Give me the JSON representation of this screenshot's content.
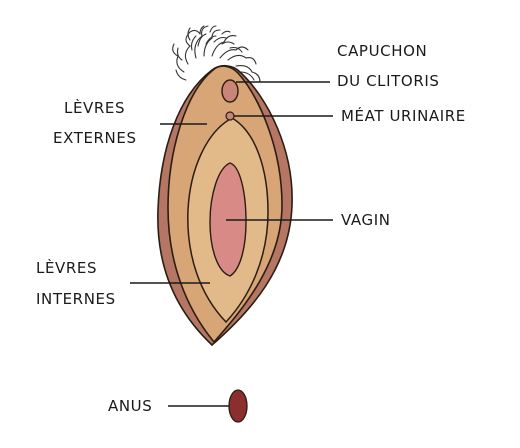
{
  "labels": {
    "capuchon_line1": "CAPUCHON",
    "capuchon_line2": "DU CLITORIS",
    "meat": "MÉAT URINAIRE",
    "levres_externes_line1": "LÈVRES",
    "levres_externes_line2": "EXTERNES",
    "vagin": "VAGIN",
    "levres_internes_line1": "LÈVRES",
    "levres_internes_line2": "INTERNES",
    "anus": "ANUS"
  },
  "colors": {
    "outer_labia": "#b57663",
    "skin": "#d8a676",
    "inner_labia": "#e2b988",
    "vaginal_opening": "#d88a86",
    "clitoris": "#c98678",
    "anus": "#8a2e2e",
    "hair": "#333333",
    "outline": "#2b1d14"
  }
}
